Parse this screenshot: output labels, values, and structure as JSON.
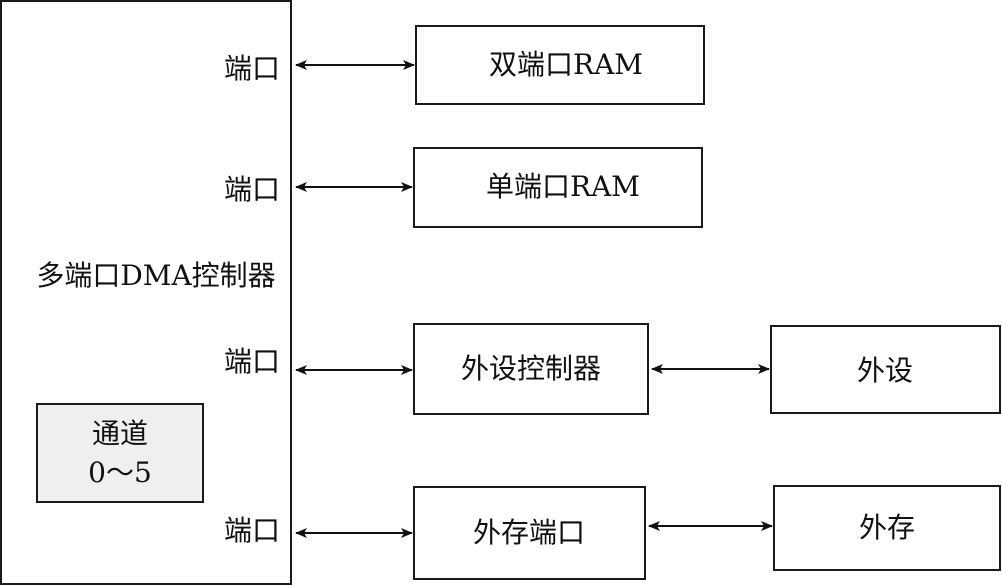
{
  "controller": {
    "label": "多端口DMA控制器",
    "ports": [
      "端口",
      "端口",
      "端口",
      "端口"
    ],
    "channel": {
      "line1": "通道",
      "line2": "0～5"
    }
  },
  "devices": {
    "dual_port_ram": "双端口RAM",
    "single_port_ram": "单端口RAM",
    "peripheral_controller": "外设控制器",
    "external_storage_port": "外存端口",
    "peripheral": "外设",
    "external_storage": "外存"
  },
  "colors": {
    "stroke": "#1a1a1a",
    "channel_fill": "#efefef"
  }
}
